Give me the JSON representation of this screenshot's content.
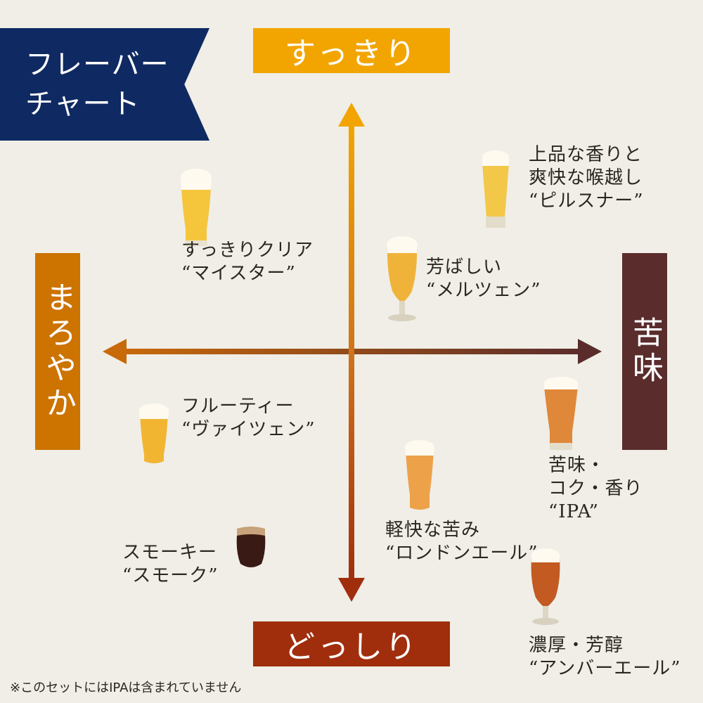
{
  "header": {
    "title_line1": "フレーバー",
    "title_line2": "チャート"
  },
  "colors": {
    "banner": "#0f2a62",
    "top": "#f2a500",
    "bottom": "#a02e0d",
    "left": "#cc7300",
    "right": "#5a2c2c",
    "background": "#f0eee7"
  },
  "chart_data": {
    "type": "scatter",
    "title": "フレーバーチャート",
    "axes": {
      "y_positive": "すっきり",
      "y_negative": "どっしり",
      "x_negative": "まろやか",
      "x_positive": "苦味"
    },
    "xlim": [
      -1,
      1
    ],
    "ylim": [
      -1,
      1
    ],
    "grid": false,
    "points": [
      {
        "line1": "すっきりクリア",
        "line2": "“マイスター”",
        "x": -0.62,
        "y": 0.55
      },
      {
        "line1": "上品な香りと",
        "line2": "爽快な喉越し",
        "line3": "“ピルスナー”",
        "x": 0.58,
        "y": 0.68
      },
      {
        "line1": "芳ばしい",
        "line2": "“メルツェン”",
        "x": 0.2,
        "y": 0.28
      },
      {
        "line1": "フルーティー",
        "line2": "“ヴァイツェン”",
        "x": -0.75,
        "y": -0.34
      },
      {
        "line1": "苦味・",
        "line2": "コク・香り",
        "line3": "“IPA”",
        "x": 0.79,
        "y": -0.26
      },
      {
        "line1": "軽快な苦み",
        "line2": "“ロンドンエール”",
        "x": 0.27,
        "y": -0.48
      },
      {
        "line1": "スモーキー",
        "line2": "“スモーク”",
        "x": -0.38,
        "y": -0.75
      },
      {
        "line1": "濃厚・芳醇",
        "line2": "“アンバーエール”",
        "x": 0.7,
        "y": -0.87
      }
    ]
  },
  "footnote": "※このセットにはIPAは含まれていません"
}
